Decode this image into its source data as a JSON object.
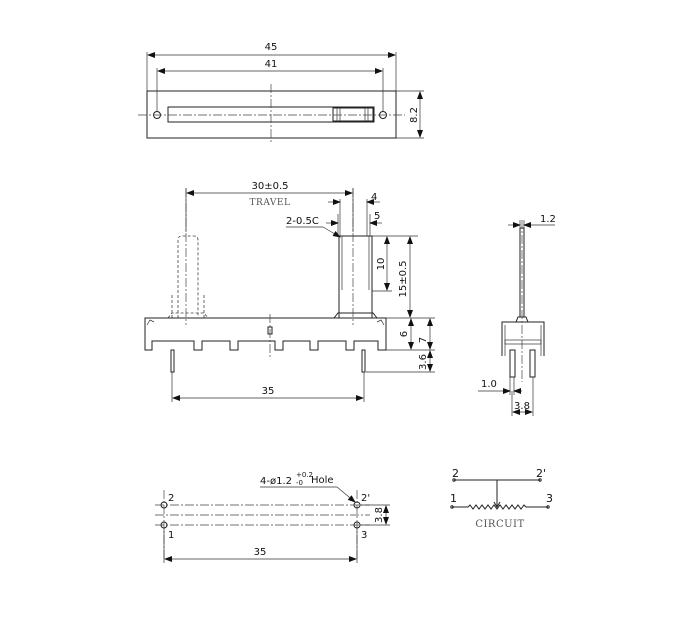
{
  "top_view": {
    "overall_length": "45",
    "mount_hole_spacing": "41",
    "height": "8.2"
  },
  "front_view": {
    "travel": "30±0.5",
    "travel_label": "TRAVEL",
    "lever_width_top": "4",
    "lever_width_bottom": "5",
    "chamfer": "2-0.5C",
    "lever_tip_length": "10",
    "lever_height": "15±0.5",
    "body_height_inner": "6",
    "body_height": "7",
    "pin_length": "3.6",
    "pin_spacing": "35"
  },
  "side_view": {
    "lever_thickness": "1.2",
    "pin_width": "1.0",
    "pin_row_spacing": "3.8"
  },
  "pcb_layout": {
    "hole_spec_prefix": "4-ø1.2",
    "hole_tol_plus": "+0.2",
    "hole_tol_minus": "-0",
    "hole_spec_suffix": "Hole",
    "pin_labels": [
      "2",
      "2'",
      "1",
      "3"
    ],
    "row_spacing": "3.8",
    "pin_spacing": "35"
  },
  "circuit": {
    "pins": [
      "2",
      "2'",
      "1",
      "3"
    ],
    "label": "CIRCUIT"
  }
}
